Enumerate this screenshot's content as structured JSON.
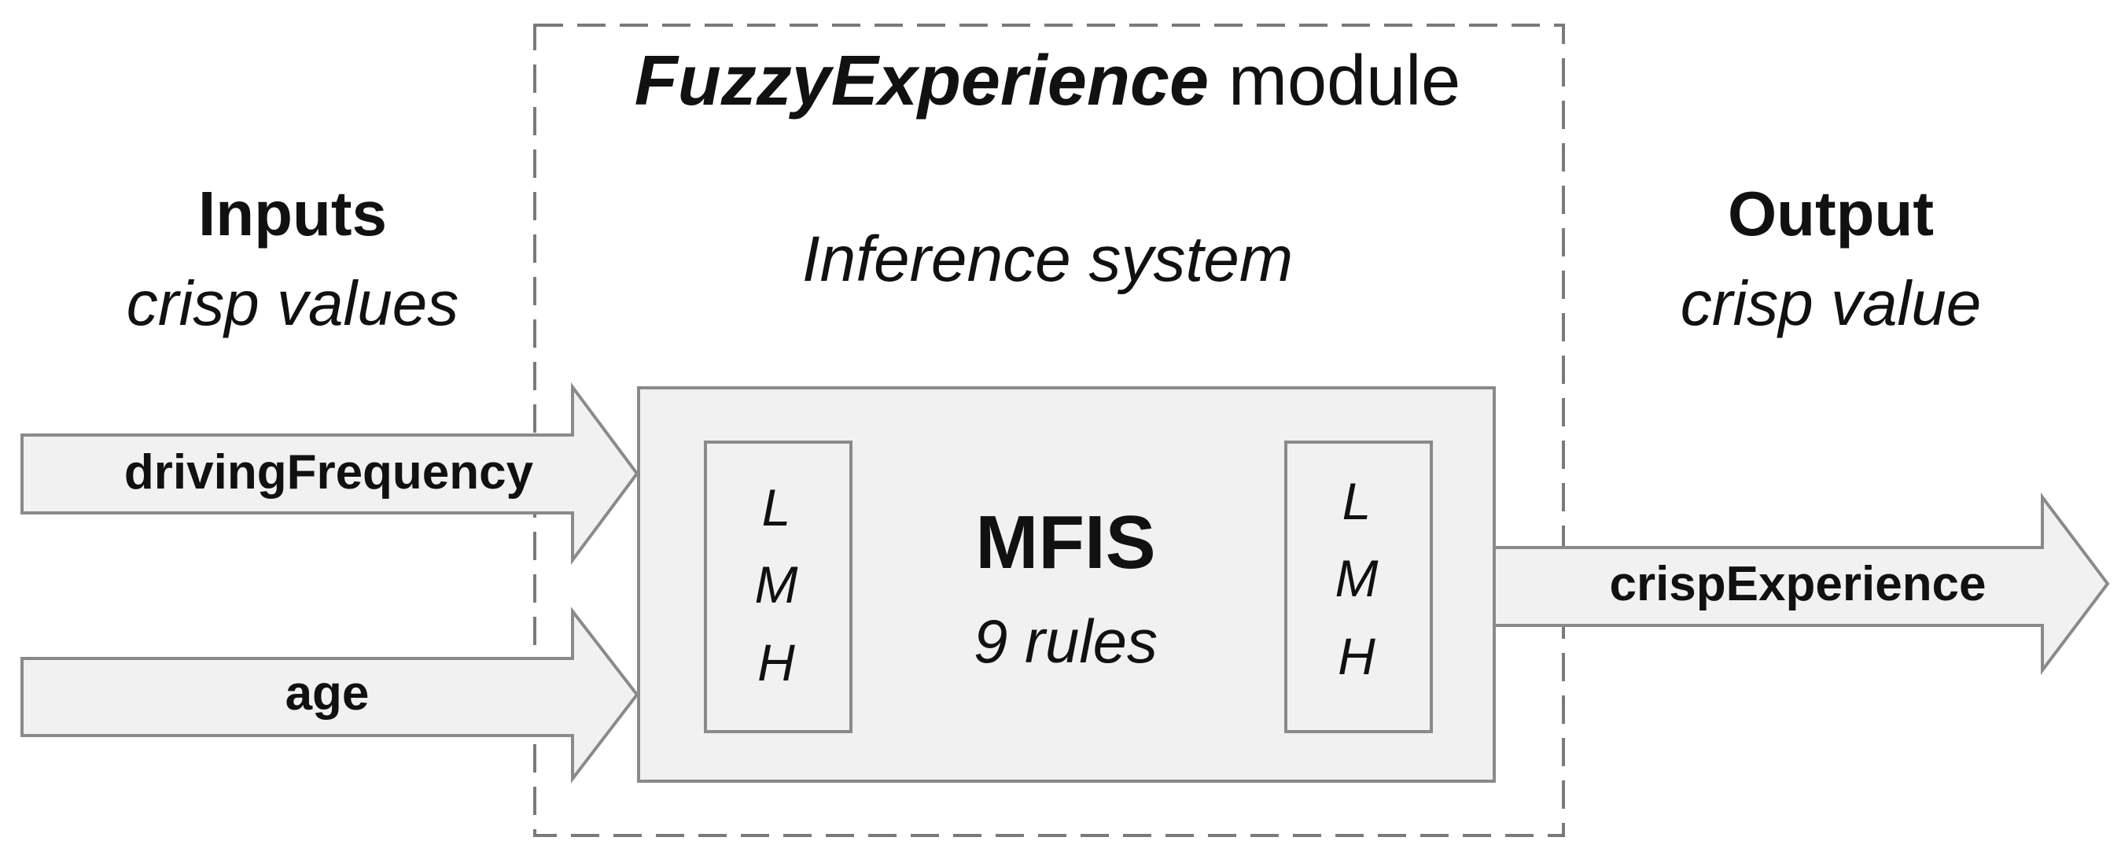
{
  "module": {
    "name": "FuzzyExperience",
    "suffix": " module",
    "subtitle": "Inference system"
  },
  "inputs": {
    "heading": "Inputs",
    "subheading": "crisp values",
    "items": [
      {
        "label": "drivingFrequency"
      },
      {
        "label": "age"
      }
    ]
  },
  "output": {
    "heading": "Output",
    "subheading": "crisp value",
    "label": "crispExperience"
  },
  "core": {
    "name": "MFIS",
    "rules": "9 rules"
  },
  "input_levels": [
    "L",
    "M",
    "H"
  ],
  "output_levels": [
    "L",
    "M",
    "H"
  ],
  "colors": {
    "fill": "#f1f1f1",
    "stroke": "#8a8a8a",
    "dashed_border": "#7a7a7a",
    "text": "#111111"
  }
}
